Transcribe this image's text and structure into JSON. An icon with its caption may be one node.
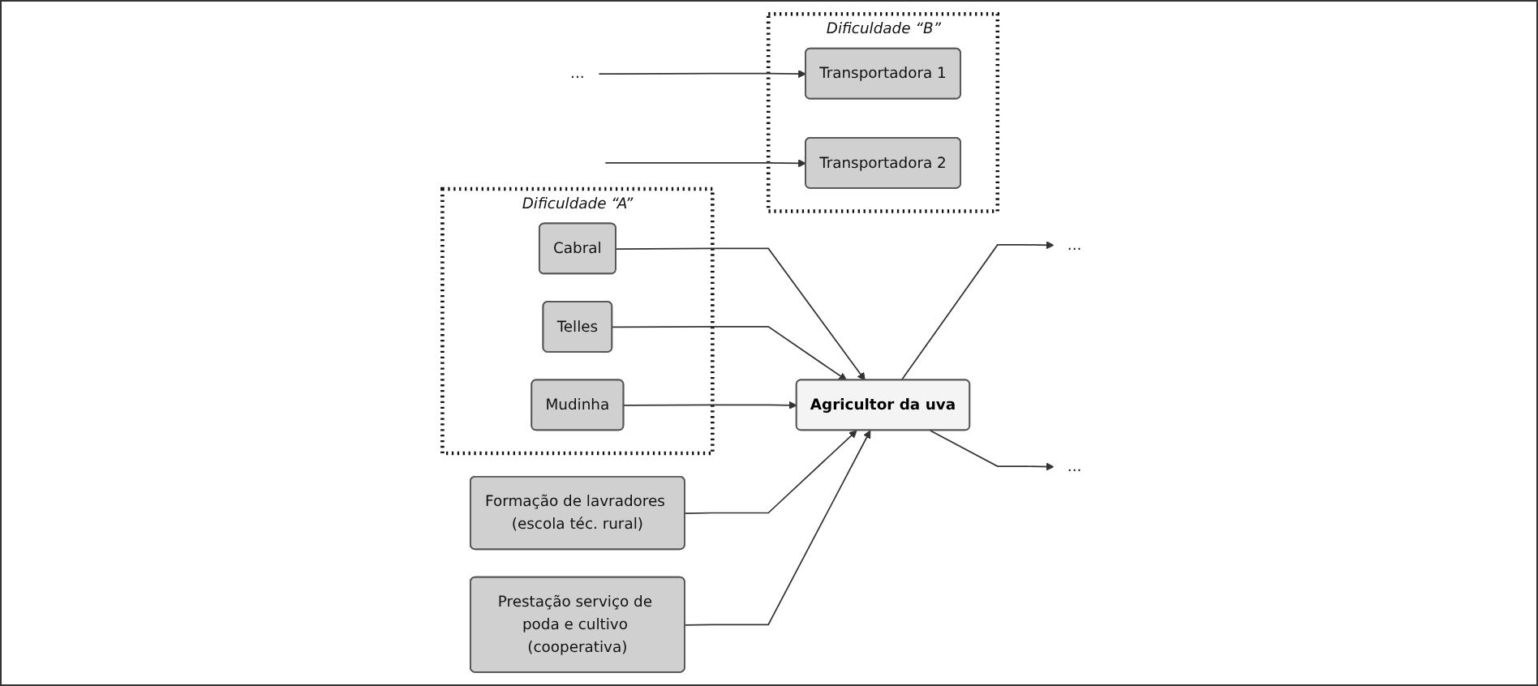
{
  "diagram": {
    "nodes": [
      {
        "text": [
          "Dificuldade “A”"
        ]
      },
      {
        "text": [
          "Cabral"
        ],
        "in": 0
      },
      {
        "text": [
          "Telles"
        ],
        "in": 0
      },
      {
        "text": [
          "Mudinha"
        ],
        "in": 0
      },
      {
        "text": [
          "Formação de lavradores (escola téc. rural)"
        ]
      },
      {
        "text": [
          "Agricultor da uva"
        ]
      },
      {
        "text": [
          "Prestação serviço de poda e cultivo (cooperativa)"
        ]
      },
      {
        "text": [
          "..."
        ]
      },
      {
        "text": [
          "..."
        ]
      },
      {
        "text": [
          "..."
        ]
      },
      {
        "text": [
          "Dificuldade “B”"
        ]
      },
      {
        "text": [
          "Transportadora 1"
        ],
        "in": 10
      },
      {
        "text": [
          "Transportadora 2"
        ],
        "in": 10
      }
    ],
    "edges": [
      {
        "from": 1,
        "to": 5,
        "arrow": "to"
      },
      {
        "from": 2,
        "to": 5,
        "arrow": "to"
      },
      {
        "from": 3,
        "to": 5,
        "arrow": "to"
      },
      {
        "from": 4,
        "to": 5,
        "arrow": "to"
      },
      {
        "from": 6,
        "to": 5,
        "arrow": "to"
      },
      {
        "from": 5,
        "to": 8,
        "arrow": "to"
      },
      {
        "from": 5,
        "to": 9,
        "arrow": "to"
      },
      {
        "from": 7,
        "to": 11,
        "arrow": "to"
      },
      {
        "from": null,
        "to": 12,
        "arrow": "to"
      }
    ]
  }
}
